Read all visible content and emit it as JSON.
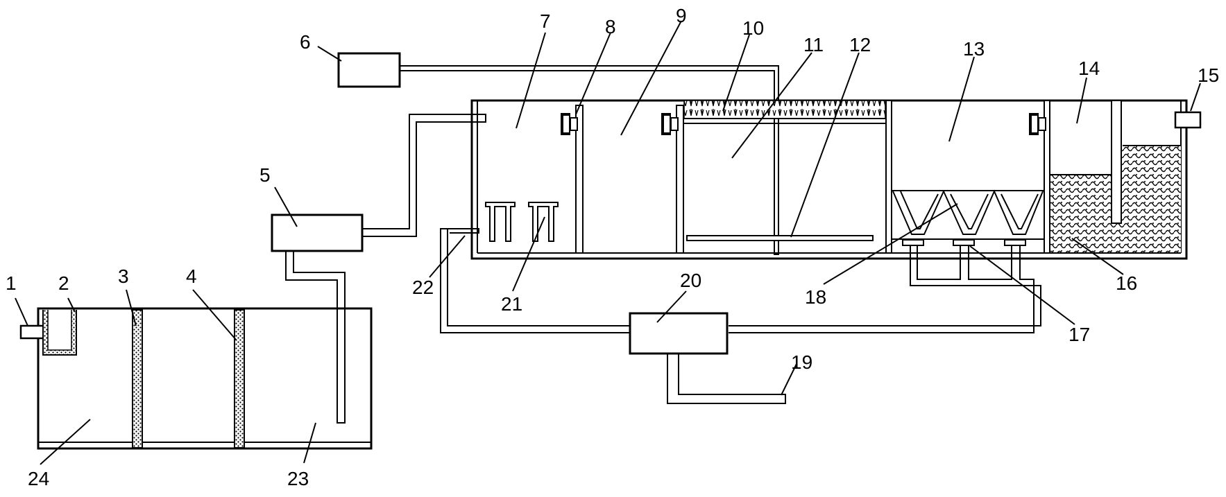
{
  "diagram": {
    "labels": {
      "n1": "1",
      "n2": "2",
      "n3": "3",
      "n4": "4",
      "n5": "5",
      "n6": "6",
      "n7": "7",
      "n8": "8",
      "n9": "9",
      "n10": "10",
      "n11": "11",
      "n12": "12",
      "n13": "13",
      "n14": "14",
      "n15": "15",
      "n16": "16",
      "n17": "17",
      "n18": "18",
      "n19": "19",
      "n20": "20",
      "n21": "21",
      "n22": "22",
      "n23": "23",
      "n24": "24"
    }
  }
}
